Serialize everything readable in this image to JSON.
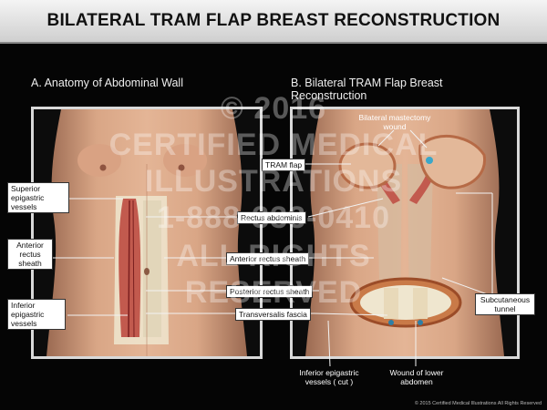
{
  "title": "BILATERAL TRAM FLAP BREAST RECONSTRUCTION",
  "sections": {
    "a": "A. Anatomy of Abdominal Wall",
    "b": "B. Bilateral TRAM Flap Breast Reconstruction"
  },
  "labels": {
    "superior_epigastric": "Superior epigastric vessels",
    "anterior_rectus_sheath_left": "Anterior rectus sheath",
    "inferior_epigastric": "Inferior epigastric vessels",
    "tram_flap": "TRAM flap",
    "rectus_abdominis": "Rectus abdominis",
    "anterior_rectus_sheath": "Anterior rectus sheath",
    "posterior_rectus_sheath": "Posterior rectus sheath",
    "transversalis_fascia": "Transversalis fascia",
    "bilateral_mastectomy_wound": "Bilateral mastectomy wound",
    "subcutaneous_tunnel": "Subcutaneous tunnel",
    "inferior_epigastric_cut": "Inferior epigastric vessels ( cut )",
    "wound_lower_abdomen": "Wound of lower abdomen"
  },
  "watermark": [
    "© 2016",
    "CERTIFIED MEDICAL",
    "ILLUSTRATIONS",
    "1-888-333-0410",
    "ALL RIGHTS",
    "RESERVED"
  ],
  "copyright": "© 2015 Certified Medical Illustrations All Rights Reserved",
  "colors": {
    "skin": "#dba887",
    "skin_shadow": "#a9745a",
    "muscle": "#c25a4e",
    "sheath": "#efe6cf",
    "panel_border": "#d9d9d9"
  }
}
